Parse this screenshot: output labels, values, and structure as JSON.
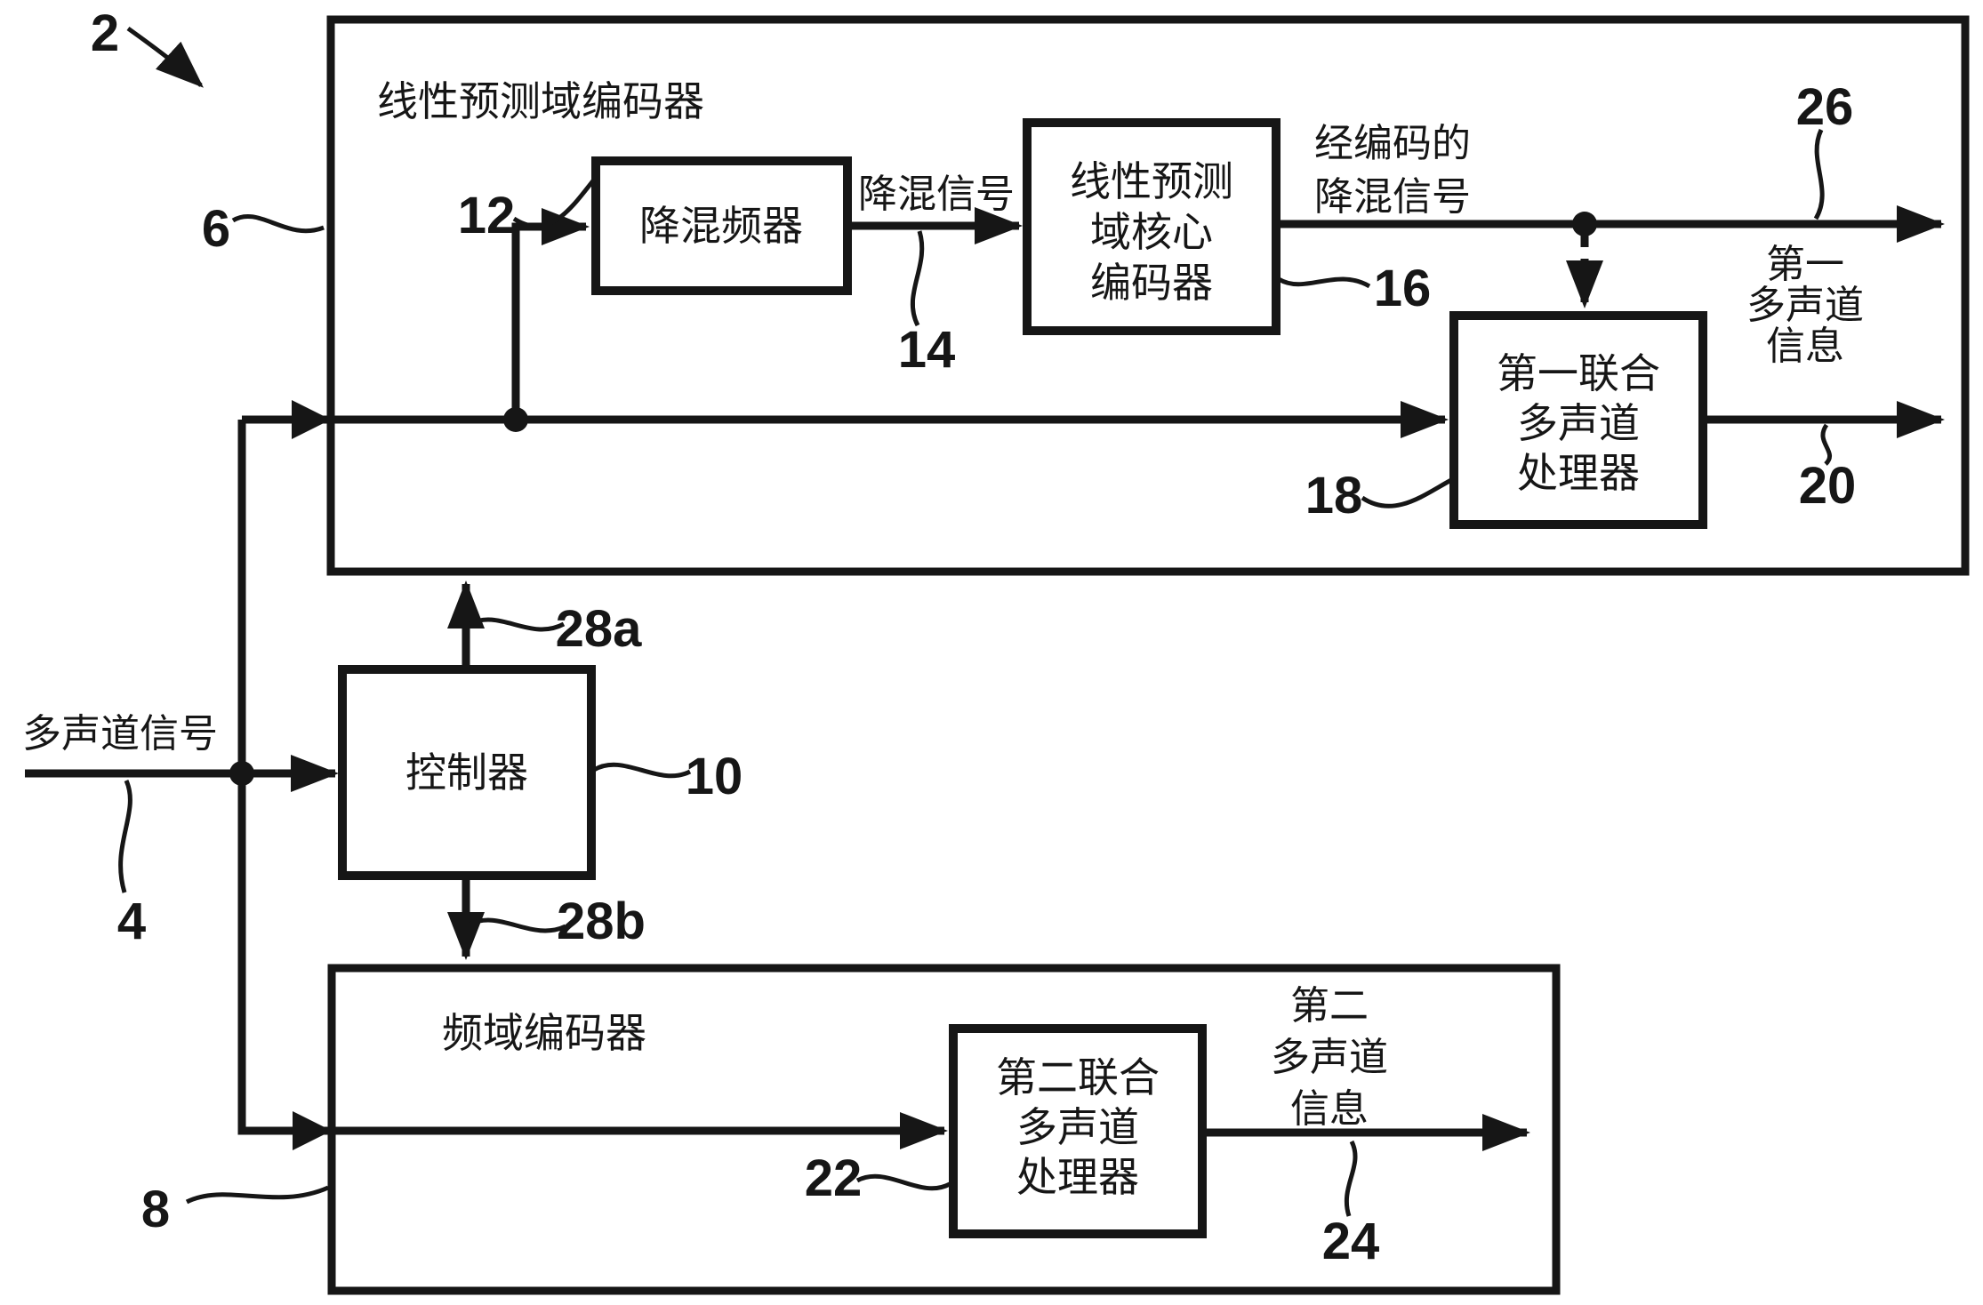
{
  "figure_ref": "2",
  "colors": {
    "ink": "#161616",
    "background": "#ffffff"
  },
  "lpd_encoder": {
    "title": "线性预测域编码器",
    "ref": "6"
  },
  "downmixer": {
    "label": "降混频器",
    "ref": "12"
  },
  "downmix_signal": {
    "label": "降混信号",
    "ref": "14"
  },
  "lpd_core_encoder": {
    "line1": "线性预测",
    "line2": "域核心",
    "line3": "编码器",
    "ref": "16"
  },
  "encoded_downmix_signal": {
    "line1": "经编码的",
    "line2": "降混信号",
    "ref": "26"
  },
  "first_joint_mc_processor": {
    "line1": "第一联合",
    "line2": "多声道",
    "line3": "处理器",
    "ref": "18"
  },
  "first_mc_info": {
    "line1": "第一",
    "line2": "多声道",
    "line3": "信息",
    "ref": "20"
  },
  "controller": {
    "label": "控制器",
    "ref": "10"
  },
  "control_signal_a_ref": "28a",
  "control_signal_b_ref": "28b",
  "multichannel_input": {
    "label": "多声道信号",
    "ref": "4"
  },
  "fd_encoder": {
    "title": "频域编码器",
    "ref": "8"
  },
  "second_joint_mc_processor": {
    "line1": "第二联合",
    "line2": "多声道",
    "line3": "处理器",
    "ref": "22"
  },
  "second_mc_info": {
    "line1": "第二",
    "line2": "多声道",
    "line3": "信息",
    "ref": "24"
  }
}
